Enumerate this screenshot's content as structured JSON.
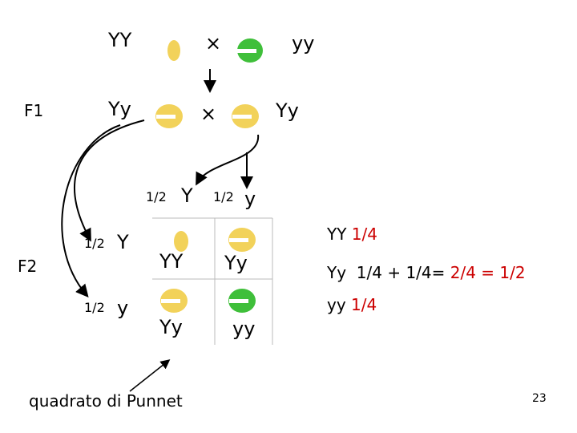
{
  "parents": {
    "left_genotype": "YY",
    "cross_symbol": "×",
    "right_genotype": "yy"
  },
  "f1": {
    "label": "F1",
    "left_genotype": "Yy",
    "cross_symbol": "×",
    "right_genotype": "Yy"
  },
  "gametes_top": {
    "left_fraction": "1/2",
    "left_allele": "Y",
    "right_fraction": "1/2",
    "right_allele": "y"
  },
  "f2": {
    "label": "F2",
    "row1_fraction": "1/2",
    "row1_allele": "Y",
    "row2_fraction": "1/2",
    "row2_allele": "y",
    "cells": [
      "YY",
      "Yy",
      "Yy",
      "yy"
    ]
  },
  "results": {
    "r1_genotype": "YY",
    "r1_value": "1/4",
    "r2_genotype": "Yy",
    "r2_calc": "1/4 + 1/4=",
    "r2_value": "2/4 = 1/2",
    "r3_genotype": "yy",
    "r3_value": "1/4"
  },
  "caption": "quadrato di Punnet",
  "page_number": "23",
  "colors": {
    "yellow_pea": "#f2d25a",
    "green_pea": "#3fbf3a",
    "result_red": "#cc0000"
  }
}
